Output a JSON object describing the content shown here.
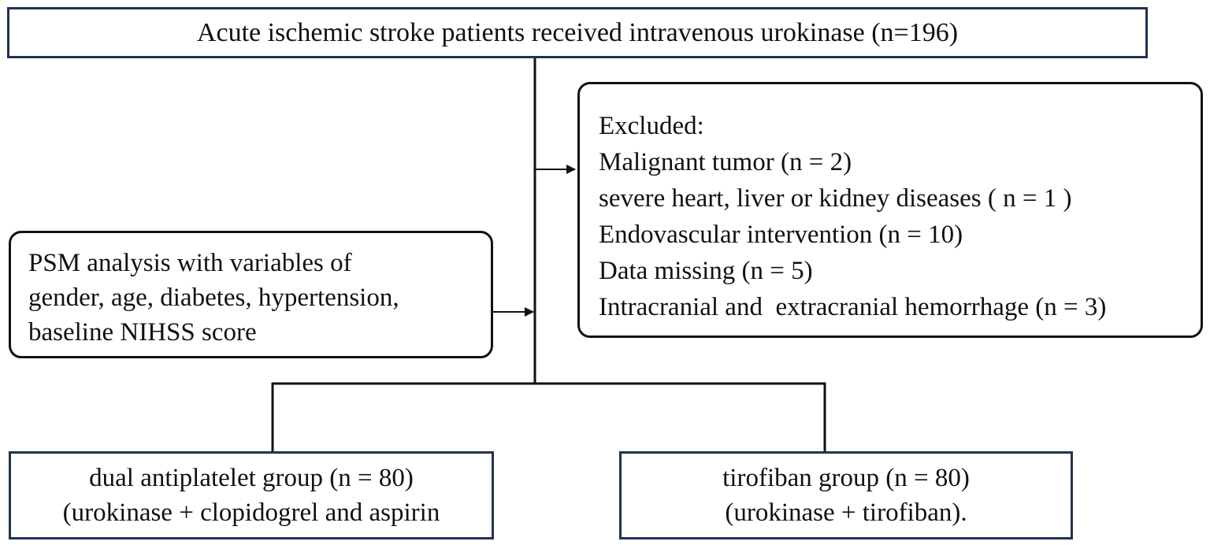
{
  "top_box": {
    "text": "Acute ischemic stroke patients received intravenous urokinase (n=196)"
  },
  "excluded_box": {
    "lines": [
      "Excluded:",
      "Malignant tumor (n = 2)",
      "severe heart, liver or kidney diseases ( n = 1 )",
      "Endovascular intervention (n = 10)",
      "Data missing (n = 5)",
      "Intracranial and  extracranial hemorrhage (n = 3)"
    ]
  },
  "psm_box": {
    "lines": [
      "PSM analysis with variables of",
      "gender, age, diabetes, hypertension,",
      "baseline NIHSS score"
    ]
  },
  "left_group": {
    "lines": [
      "dual antiplatelet group (n = 80)",
      "(urokinase + clopidogrel and aspirin"
    ]
  },
  "right_group": {
    "lines": [
      "tirofiban group (n = 80)",
      "(urokinase + tirofiban)."
    ]
  },
  "colors": {
    "box_border_navy": "#1f3352",
    "line": "#111111"
  }
}
